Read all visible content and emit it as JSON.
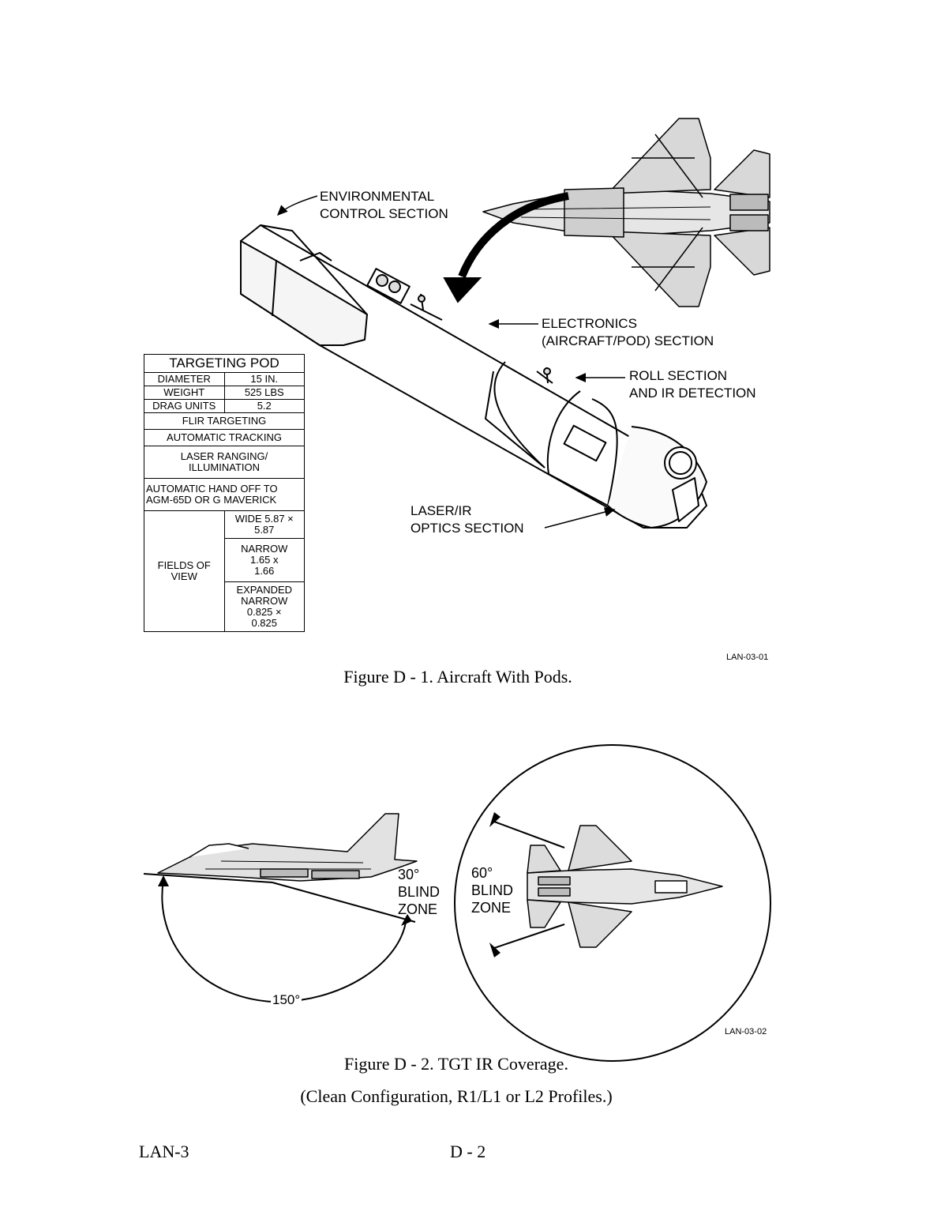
{
  "figure1": {
    "labels": {
      "environmental": [
        "ENVIRONMENTAL",
        "CONTROL SECTION"
      ],
      "electronics": [
        "ELECTRONICS",
        "(AIRCRAFT/POD) SECTION"
      ],
      "roll": [
        "ROLL SECTION",
        "AND IR DETECTION"
      ],
      "laser": [
        "LASER/IR",
        "OPTICS SECTION"
      ]
    },
    "table": {
      "title": "TARGETING POD",
      "rows": [
        {
          "label": "DIAMETER",
          "value": "15 IN."
        },
        {
          "label": "WEIGHT",
          "value": "525 LBS"
        },
        {
          "label": "DRAG UNITS",
          "value": "5.2"
        }
      ],
      "features": [
        "FLIR TARGETING",
        "AUTOMATIC TRACKING",
        "LASER RANGING/ ILLUMINATION",
        "AUTOMATIC HAND OFF TO AGM-65D OR G MAVERICK"
      ],
      "fov_label": "FIELDS OF VIEW",
      "fov": [
        "WIDE 5.87 × 5.87",
        "NARROW 1.65 x 1.66",
        "EXPANDED NARROW 0.825 × 0.825"
      ]
    },
    "code": "LAN-03-01",
    "caption": "Figure D - 1.  Aircraft With Pods."
  },
  "figure2": {
    "side": {
      "blind": [
        "30°",
        "BLIND",
        "ZONE"
      ],
      "arc": "150°"
    },
    "top": {
      "blind": [
        "60°",
        "BLIND",
        "ZONE"
      ]
    },
    "code": "LAN-03-02",
    "caption": "Figure D - 2.  TGT IR Coverage.",
    "subcaption": "(Clean Configuration, R1/L1 or L2 Profiles.)"
  },
  "footer": {
    "left": "LAN-3",
    "center": "D - 2"
  }
}
